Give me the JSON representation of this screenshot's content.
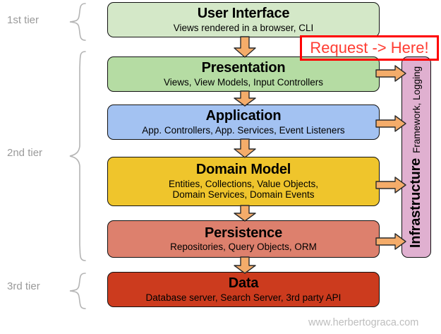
{
  "diagram": {
    "tiers": [
      {
        "label": "1st tier"
      },
      {
        "label": "2nd tier"
      },
      {
        "label": "3rd tier"
      }
    ],
    "layers": [
      {
        "name": "user-interface",
        "title": "User Interface",
        "subtitle": "Views rendered in a browser, CLI",
        "color": "#D4E8C8"
      },
      {
        "name": "presentation",
        "title": "Presentation",
        "subtitle": "Views, View Models, Input Controllers",
        "color": "#B5DCA3"
      },
      {
        "name": "application",
        "title": "Application",
        "subtitle": "App. Controllers, App. Services, Event Listeners",
        "color": "#A3C2F2"
      },
      {
        "name": "domain-model",
        "title": "Domain Model",
        "subtitle": "Entities, Collections, Value Objects,\nDomain Services, Domain Events",
        "subtitle_line1": "Entities, Collections, Value Objects,",
        "subtitle_line2": "Domain Services, Domain Events",
        "color": "#EFC52C"
      },
      {
        "name": "persistence",
        "title": "Persistence",
        "subtitle": "Repositories, Query Objects, ORM",
        "color": "#DD806D"
      },
      {
        "name": "data",
        "title": "Data",
        "subtitle": "Database server, Search Server, 3rd party API",
        "color": "#CC3B1E"
      }
    ],
    "infrastructure": {
      "title": "Infrastructure",
      "subtitle": "Framework, Logging",
      "color": "#E0B0D0"
    },
    "annotation": {
      "text": "Request -> Here!",
      "border_color": "#ff0000",
      "text_color": "#ff3c32"
    },
    "arrows": {
      "color": "#F4AC6A",
      "down_count": 5,
      "right_count": 4
    },
    "footer": {
      "text": "www.herbertograca.com"
    }
  }
}
